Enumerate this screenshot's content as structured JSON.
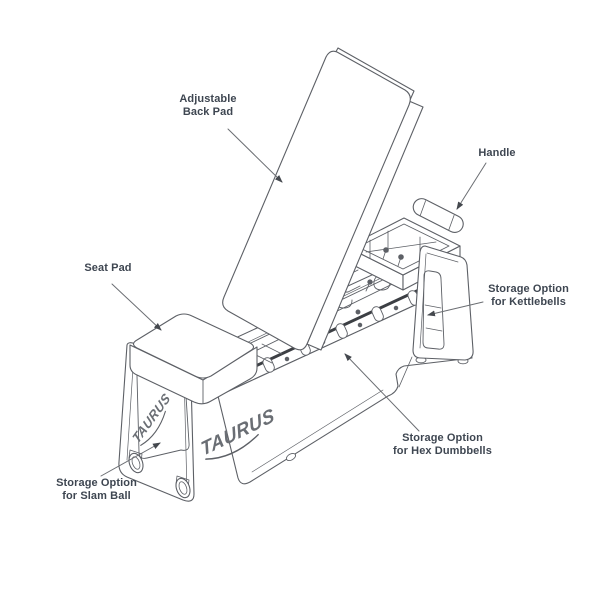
{
  "diagram": {
    "subject": "Adjustable weight bench with integrated storage",
    "brand_logo": "TAURUS",
    "colors": {
      "label_text": "#3e4651",
      "line_art": "#5d6066",
      "dark_rail": "#3c3f44",
      "background": "#ffffff"
    },
    "callouts": [
      {
        "id": "back-pad",
        "lines": [
          "Adjustable",
          "Back Pad"
        ]
      },
      {
        "id": "handle",
        "lines": [
          "Handle"
        ]
      },
      {
        "id": "seat-pad",
        "lines": [
          "Seat Pad"
        ]
      },
      {
        "id": "kettlebells",
        "lines": [
          "Storage Option",
          "for Kettlebells"
        ]
      },
      {
        "id": "hex-dumbbells",
        "lines": [
          "Storage Option",
          "for Hex Dumbbells"
        ]
      },
      {
        "id": "slam-ball",
        "lines": [
          "Storage Option",
          "for Slam Ball"
        ]
      }
    ]
  }
}
